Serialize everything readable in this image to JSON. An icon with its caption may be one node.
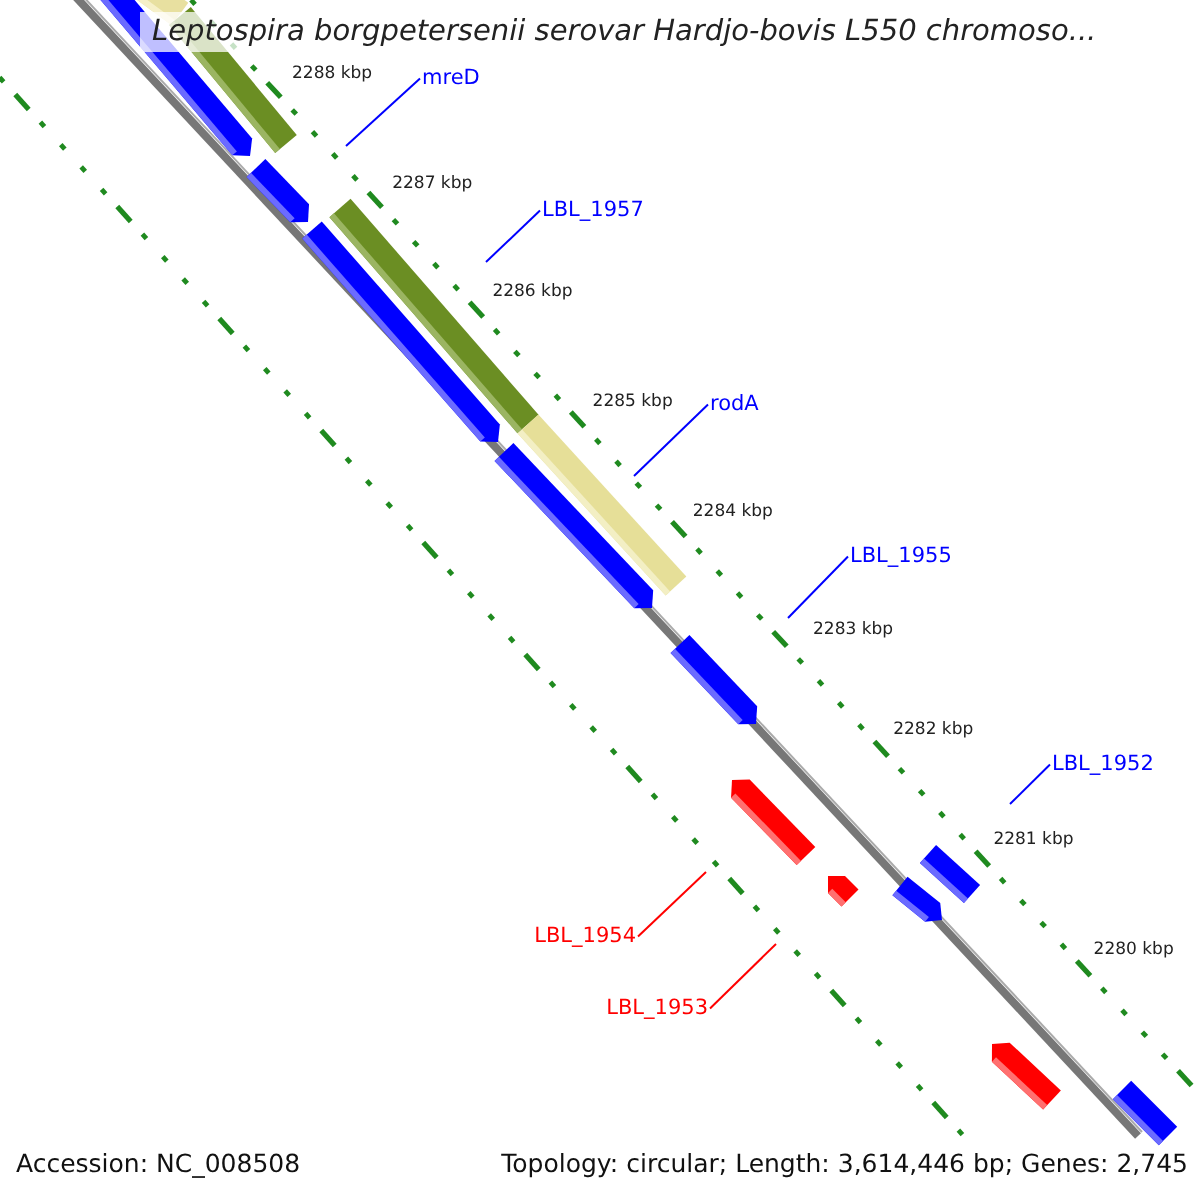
{
  "diagram": {
    "title": "Leptospira borgpetersenii serovar Hardjo-bovis L550 chromoso...",
    "nodes": [
      {
        "text": [
          "mreD"
        ]
      },
      {
        "text": [
          "LBL_1957"
        ]
      },
      {
        "text": [
          "rodA"
        ]
      },
      {
        "text": [
          "LBL_1955"
        ]
      },
      {
        "text": [
          "LBL_1952"
        ]
      },
      {
        "text": [
          "LBL_1954"
        ]
      },
      {
        "text": [
          "LBL_1953"
        ]
      }
    ],
    "edges": [
      {
        "from": 0,
        "to": null,
        "arrow": "none"
      },
      {
        "from": 1,
        "to": null,
        "arrow": "none"
      },
      {
        "from": 2,
        "to": null,
        "arrow": "none"
      },
      {
        "from": 3,
        "to": null,
        "arrow": "none"
      },
      {
        "from": 4,
        "to": null,
        "arrow": "none"
      },
      {
        "from": 5,
        "to": null,
        "arrow": "none",
        "color": "#ff0000"
      },
      {
        "from": 6,
        "to": null,
        "arrow": "none",
        "color": "#ff0000"
      }
    ],
    "labels": [
      "2288 kbp",
      "2287 kbp",
      "2286 kbp",
      "2285 kbp",
      "2284 kbp",
      "2283 kbp",
      "2282 kbp",
      "2281 kbp",
      "2280 kbp",
      "Accession: NC_008508",
      "Topology: circular; Length: 3,614,446 bp; Genes: 2,745"
    ]
  }
}
